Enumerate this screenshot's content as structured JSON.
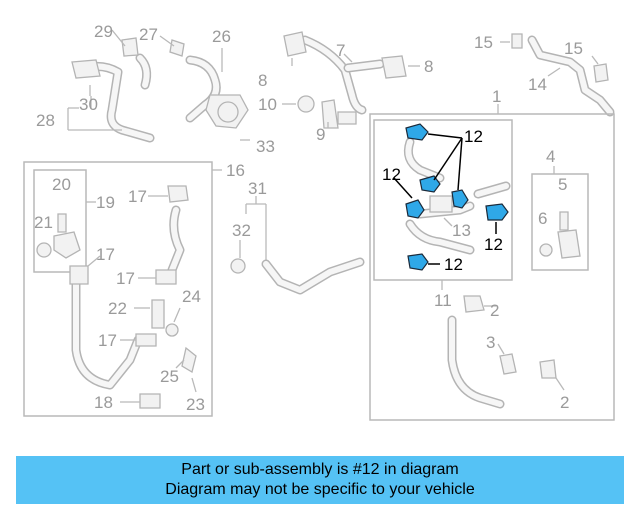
{
  "labels": {
    "p1": "1",
    "p2a": "2",
    "p2b": "2",
    "p3": "3",
    "p4": "4",
    "p5": "5",
    "p6": "6",
    "p7": "7",
    "p8a": "8",
    "p8b": "8",
    "p9": "9",
    "p10": "10",
    "p11": "11",
    "p12a": "12",
    "p12b": "12",
    "p12c": "12",
    "p12d": "12",
    "p13": "13",
    "p14": "14",
    "p15a": "15",
    "p15b": "15",
    "p16": "16",
    "p17a": "17",
    "p17b": "17",
    "p17c": "17",
    "p17d": "17",
    "p18": "18",
    "p19": "19",
    "p20": "20",
    "p21": "21",
    "p22": "22",
    "p23": "23",
    "p24": "24",
    "p25": "25",
    "p26": "26",
    "p27": "27",
    "p28": "28",
    "p29": "29",
    "p30": "30",
    "p31": "31",
    "p32": "32",
    "p33": "33"
  },
  "highlight": {
    "part_number": "12",
    "color": "#2fa8e8"
  },
  "banner": {
    "line1": "Part or sub-assembly is #12 in diagram",
    "line2": "Diagram may not be specific to your vehicle",
    "background": "#55c2f5"
  }
}
